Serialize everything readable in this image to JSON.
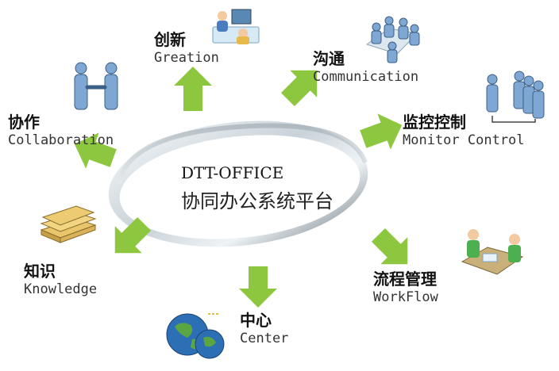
{
  "center": {
    "title": "DTT-OFFICE",
    "subtitle": "协同办公系统平台"
  },
  "nodes": {
    "creation": {
      "zh": "创新",
      "en": "Greation",
      "icon": "meeting-desk-icon"
    },
    "communication": {
      "zh": "沟通",
      "en": "Communication",
      "icon": "conference-icon"
    },
    "monitor": {
      "zh": "监控控制",
      "en": "Monitor Control",
      "icon": "people-network-icon"
    },
    "workflow": {
      "zh": "流程管理",
      "en": "WorkFlow",
      "icon": "desk-work-icon"
    },
    "center_node": {
      "zh": "中心",
      "en": "Center",
      "icon": "globe-icon"
    },
    "knowledge": {
      "zh": "知识",
      "en": "Knowledge",
      "icon": "books-icon"
    },
    "collaboration": {
      "zh": "协作",
      "en": "Collaboration",
      "icon": "handshake-icon"
    }
  },
  "colors": {
    "arrow_green": "#8dc63f",
    "ring_light": "#eef3f6",
    "ring_dark": "#7d8a93"
  }
}
